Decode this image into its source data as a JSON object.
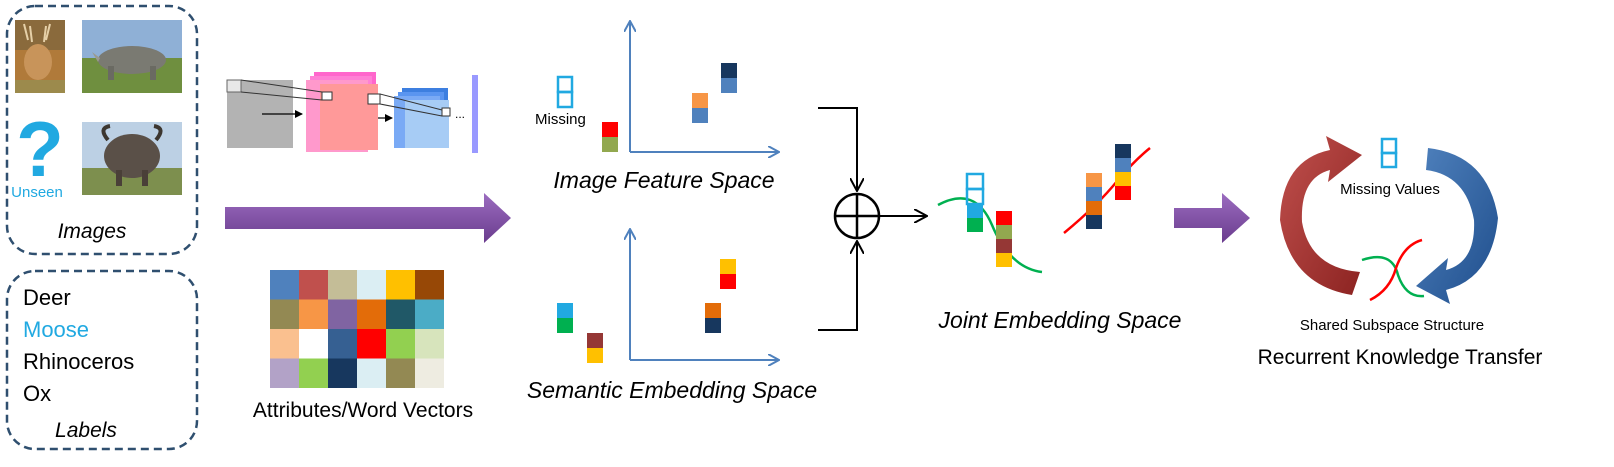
{
  "images_panel": {
    "caption": "Images",
    "unseen_label": "Unseen",
    "thumbnails": [
      "deer-photo",
      "rhinoceros-photo",
      "ox-photo"
    ]
  },
  "labels_panel": {
    "items": [
      "Deer",
      "Moose",
      "Rhinoceros",
      "Ox"
    ],
    "caption": "Labels",
    "highlighted_item": "Moose",
    "highlight_color": "#21a9e1"
  },
  "attributes": {
    "caption": "Attributes/Word Vectors",
    "grid_colors": [
      [
        "#4f81bd",
        "#c0504d",
        "#c4bd97",
        "#dbeef3",
        "#ffc000",
        "#974806"
      ],
      [
        "#938953",
        "#f79646",
        "#8064a2",
        "#e36c09",
        "#205867",
        "#4bacc6"
      ],
      [
        "#fac08f",
        "#ffffff",
        "#366092",
        "#ff0000",
        "#92d050",
        "#d7e4bc"
      ],
      [
        "#b2a2c7",
        "#92d050",
        "#17375e",
        "#dbeef3",
        "#938953",
        "#eeece1"
      ]
    ]
  },
  "image_feature_space": {
    "caption": "Image Feature Space",
    "missing_label": "Missing"
  },
  "semantic_space": {
    "caption": "Semantic Embedding Space"
  },
  "joint_space": {
    "caption": "Joint Embedding Space"
  },
  "rkt": {
    "missing_label": "Missing Values",
    "subspace_label": "Shared Subspace Structure",
    "title": "Recurrent Knowledge Transfer"
  },
  "colors": {
    "axis": "#4f81bd",
    "flow_arrow": "#7f4f9f",
    "panel_border": "#2f4f6f",
    "cycle_red": "#b0302c",
    "cycle_blue": "#2e6aa9",
    "cyan": "#21a9e1",
    "curve_green": "#00b050",
    "curve_red": "#ff0000"
  }
}
